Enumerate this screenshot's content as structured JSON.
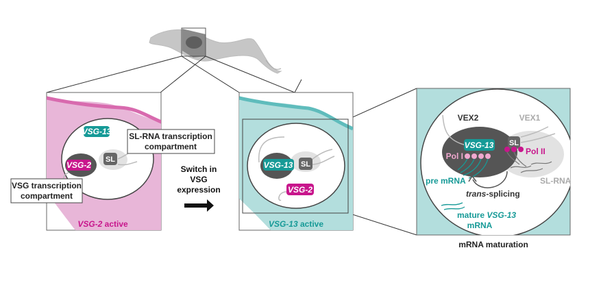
{
  "colors": {
    "pink": "#c8168c",
    "pink_light": "#e8b6d8",
    "pink_stroke": "#d86aae",
    "teal": "#169a97",
    "teal_light": "#b3dedd",
    "teal_stroke": "#5fbcbc",
    "dark_gray": "#555555",
    "light_gray": "#e2e2e2",
    "mid_gray": "#bdbdbd",
    "pol_i_pink": "#f0a8cf"
  },
  "left_panel": {
    "vsg13_label": "VSG-13",
    "vsg2_label": "VSG-2",
    "sl_label": "SL",
    "sl_callout": [
      "SL-RNA transcription",
      "compartment"
    ],
    "vsg_callout": [
      "VSG transcription",
      "compartment"
    ],
    "active_gene": "VSG-2",
    "active_suffix": " active"
  },
  "switch_label": [
    "Switch in",
    "VSG",
    "expression"
  ],
  "middle_panel": {
    "vsg13_label": "VSG-13",
    "vsg2_label": "VSG-2",
    "sl_label": "SL",
    "active_gene": "VSG-13",
    "active_suffix": " active"
  },
  "right_panel": {
    "vex2": "VEX2",
    "vex1": "VEX1",
    "vsg13_label": "VSG-13",
    "sl_label": "SL",
    "pol_i": "Pol I",
    "pol_ii": "Pol II",
    "pre_mrna": "pre mRNA",
    "sl_rna": "SL-RNA",
    "trans_prefix": "trans",
    "trans_suffix": "-splicing",
    "mature_prefix": "mature ",
    "mature_gene": "VSG-13",
    "mature_suffix": "mRNA",
    "caption": "mRNA maturation"
  }
}
